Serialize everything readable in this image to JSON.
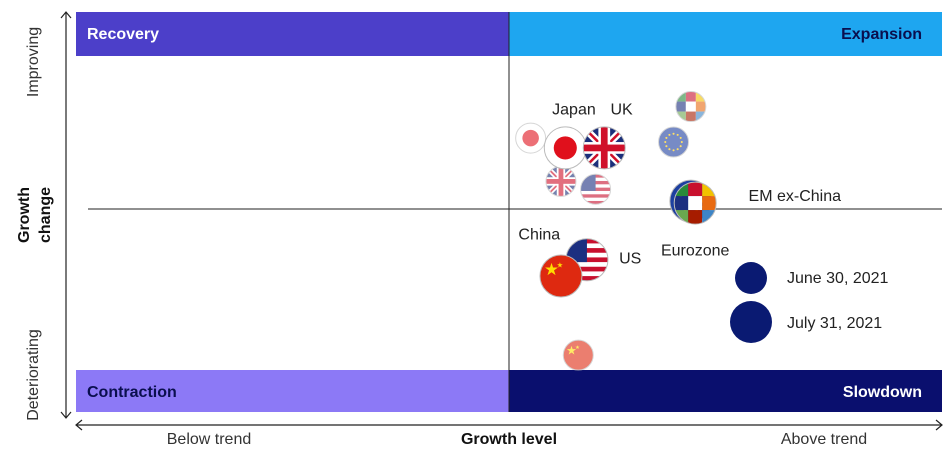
{
  "chart_data": {
    "type": "scatter",
    "title": "",
    "xlabel": "Growth level",
    "ylabel_lines": [
      "Growth",
      "change"
    ],
    "x_ticks": [
      "Below trend",
      "Above trend"
    ],
    "y_ticks": [
      "Deteriorating",
      "Improving"
    ],
    "xlim": [
      -1,
      1
    ],
    "ylim": [
      -1,
      1
    ],
    "quadrants": [
      {
        "name": "Recovery",
        "color": "#4c3fc9"
      },
      {
        "name": "Expansion",
        "color": "#1ea6f0"
      },
      {
        "name": "Contraction",
        "color": "#8c79f6"
      },
      {
        "name": "Slowdown",
        "color": "#0a0f6e"
      }
    ],
    "legend": [
      {
        "label": "June 30, 2021",
        "marker": "small-circle",
        "color": "#0a1a72"
      },
      {
        "label": "July 31, 2021",
        "marker": "large-circle",
        "color": "#0a1a72"
      }
    ],
    "series": [
      {
        "name": "June 30, 2021",
        "points": [
          {
            "label": "Japan",
            "flag": "japan-flag-icon",
            "x": 0.05,
            "y": 0.36
          },
          {
            "label": "UK",
            "flag": "uk-flag-icon",
            "x": 0.12,
            "y": 0.14
          },
          {
            "label": "US",
            "flag": "us-flag-icon",
            "x": 0.2,
            "y": 0.1
          },
          {
            "label": "China",
            "flag": "china-flag-icon",
            "x": 0.16,
            "y": -0.72
          },
          {
            "label": "Eurozone",
            "flag": "eu-flag-icon",
            "x": 0.38,
            "y": 0.34
          },
          {
            "label": "EM ex-China",
            "flag": "em-flag-icon",
            "x": 0.42,
            "y": 0.52
          }
        ]
      },
      {
        "name": "July 31, 2021",
        "points": [
          {
            "label": "Japan",
            "flag": "japan-flag-icon",
            "x": 0.13,
            "y": 0.31
          },
          {
            "label": "UK",
            "flag": "uk-flag-icon",
            "x": 0.22,
            "y": 0.31
          },
          {
            "label": "US",
            "flag": "us-flag-icon",
            "x": 0.18,
            "y": -0.25
          },
          {
            "label": "China",
            "flag": "china-flag-icon",
            "x": 0.12,
            "y": -0.33
          },
          {
            "label": "Eurozone",
            "flag": "eu-flag-icon",
            "x": 0.42,
            "y": 0.04
          },
          {
            "label": "EM ex-China",
            "flag": "em-flag-icon",
            "x": 0.43,
            "y": 0.03
          }
        ]
      }
    ],
    "labels": [
      {
        "text": "Japan",
        "x": 0.15,
        "y": 0.51
      },
      {
        "text": "UK",
        "x": 0.26,
        "y": 0.51
      },
      {
        "text": "China",
        "x": 0.07,
        "y": -0.12
      },
      {
        "text": "US",
        "x": 0.28,
        "y": -0.24
      },
      {
        "text": "Eurozone",
        "x": 0.43,
        "y": -0.2
      },
      {
        "text": "EM ex-China",
        "x": 0.66,
        "y": 0.07
      }
    ]
  }
}
